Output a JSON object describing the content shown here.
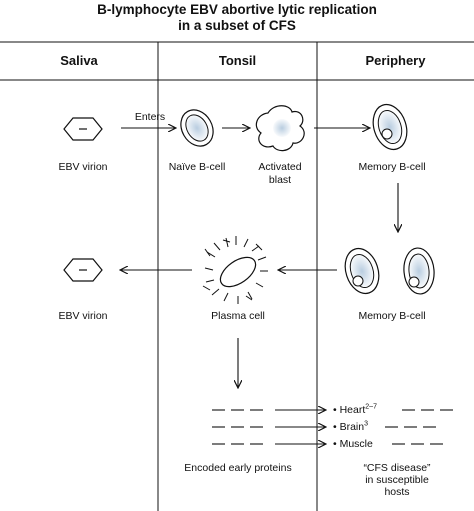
{
  "title": {
    "line1": "B-lymphocyte EBV abortive lytic replication",
    "line2": "in a subset of CFS"
  },
  "columns": [
    "Saliva",
    "Tonsil",
    "Periphery"
  ],
  "labels": {
    "virion_top": "EBV virion",
    "enters": "Enters",
    "naive": "Naïve B-cell",
    "activated_l1": "Activated",
    "activated_l2": "blast",
    "memory_top": "Memory B-cell",
    "virion_bottom": "EBV virion",
    "plasma": "Plasma cell",
    "memory_bottom": "Memory B-cell",
    "encoded": "Encoded early proteins",
    "cfs_l1": "“CFS disease”",
    "cfs_l2": "in susceptible",
    "cfs_l3": "hosts"
  },
  "organs": [
    {
      "name": "Heart",
      "ref": "2–7"
    },
    {
      "name": "Brain",
      "ref": "3"
    },
    {
      "name": "Muscle",
      "ref": ""
    }
  ],
  "colors": {
    "line": "#111111",
    "cell_fill": "#d8e4ef",
    "nucleus_fill": "#ffffff"
  }
}
